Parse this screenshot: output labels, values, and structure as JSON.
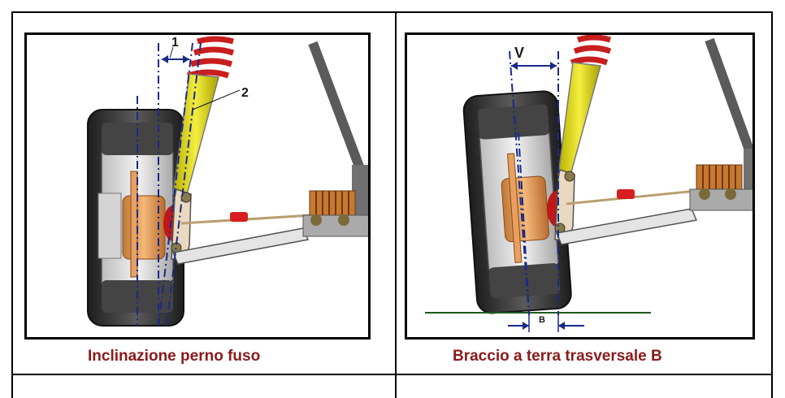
{
  "left_panel": {
    "caption": "Inclinazione perno fuso",
    "label_1": "1",
    "label_2": "2"
  },
  "right_panel": {
    "caption": "Braccio a terra trasversale B",
    "label_v": "V",
    "label_b": "B"
  },
  "colors": {
    "caption": "#8b1a1a",
    "axis_line": "#1a2a8a",
    "spring": "#cc2222",
    "strut": "#e8e020",
    "hub": "#e8a060",
    "bellows": "#c87830",
    "tire": "#3a3a3a"
  }
}
